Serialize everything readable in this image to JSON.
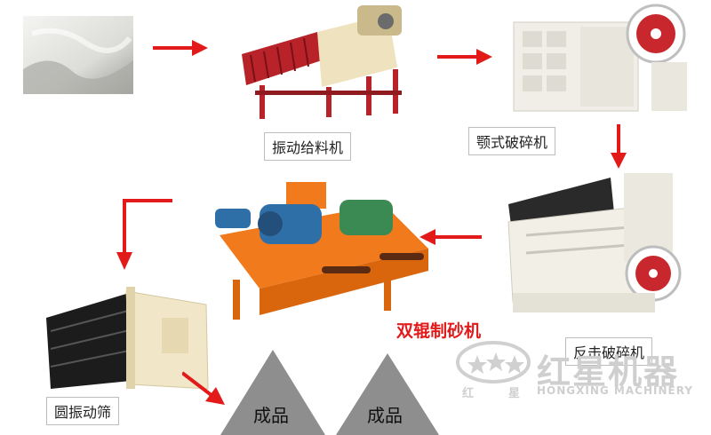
{
  "stages": {
    "feeder": {
      "label": "振动给料机"
    },
    "jaw": {
      "label": "颚式破碎机"
    },
    "impact": {
      "label": "反击破碎机"
    },
    "roller": {
      "label": "双辊制砂机"
    },
    "screen": {
      "label": "圆振动筛"
    }
  },
  "products": [
    {
      "label": "成品"
    },
    {
      "label": "成品"
    }
  ],
  "watermark": {
    "cn_small_1": "红",
    "cn_small_2": "星",
    "cn_big": "红星机器",
    "en": "HONGXING MACHINERY"
  },
  "colors": {
    "arrow": "#e21a1a",
    "roller_body": "#f07a1c",
    "machine_cream": "#f1e7c8"
  }
}
